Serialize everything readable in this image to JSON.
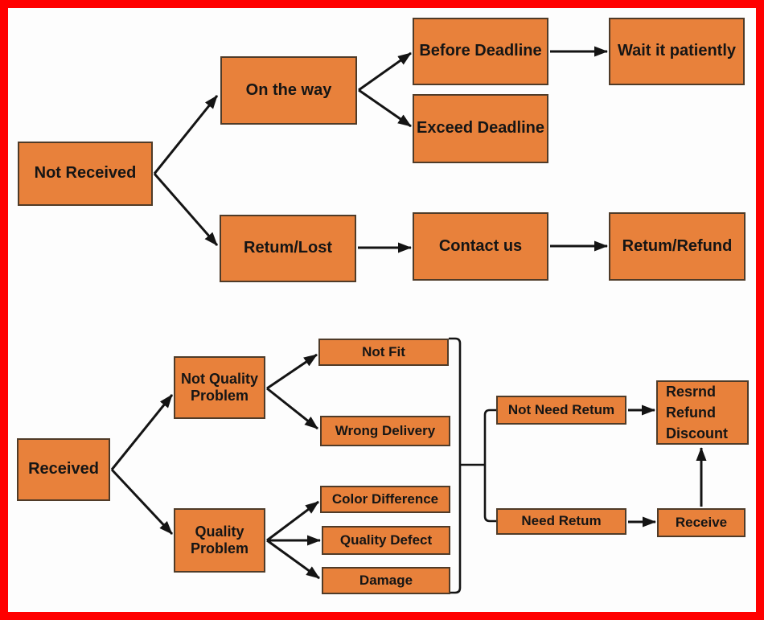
{
  "diagram": {
    "type": "flowchart",
    "colors": {
      "frame": "#ff0000",
      "bg": "#fdfdfd",
      "node_fill": "#e8813b",
      "node_border": "#4f3b28",
      "line": "#141414",
      "text": "#151515"
    },
    "nodes": {
      "not_received": {
        "label": "Not Received"
      },
      "on_the_way": {
        "label": "On the way"
      },
      "before_deadline": {
        "label": "Before Deadline"
      },
      "wait_it_patiently": {
        "label": "Wait it patiently"
      },
      "exceed_deadline": {
        "label": "Exceed Deadline"
      },
      "retum_lost": {
        "label": "Retum/Lost"
      },
      "contact_us": {
        "label": "Contact us"
      },
      "retum_refund": {
        "label": "Retum/Refund"
      },
      "received": {
        "label": "Received"
      },
      "not_quality_problem": {
        "label": "Not Quality Problem"
      },
      "quality_problem": {
        "label": "Quality Problem"
      },
      "not_fit": {
        "label": "Not Fit"
      },
      "wrong_delivery": {
        "label": "Wrong Delivery"
      },
      "color_difference": {
        "label": "Color Difference"
      },
      "quality_defect": {
        "label": "Quality Defect"
      },
      "damage": {
        "label": "Damage"
      },
      "not_need_retum": {
        "label": "Not Need Retum"
      },
      "resrnd_refund_discount": {
        "label": "Resrnd Refund Discount"
      },
      "need_retum": {
        "label": "Need Retum"
      },
      "receive": {
        "label": "Receive"
      }
    },
    "edges": [
      {
        "from": "not_received",
        "to": "on_the_way"
      },
      {
        "from": "not_received",
        "to": "retum_lost"
      },
      {
        "from": "on_the_way",
        "to": "before_deadline"
      },
      {
        "from": "on_the_way",
        "to": "exceed_deadline"
      },
      {
        "from": "before_deadline",
        "to": "wait_it_patiently"
      },
      {
        "from": "retum_lost",
        "to": "contact_us"
      },
      {
        "from": "contact_us",
        "to": "retum_refund"
      },
      {
        "from": "received",
        "to": "not_quality_problem"
      },
      {
        "from": "received",
        "to": "quality_problem"
      },
      {
        "from": "not_quality_problem",
        "to": "not_fit"
      },
      {
        "from": "not_quality_problem",
        "to": "wrong_delivery"
      },
      {
        "from": "quality_problem",
        "to": "color_difference"
      },
      {
        "from": "quality_problem",
        "to": "quality_defect"
      },
      {
        "from": "quality_problem",
        "to": "damage"
      },
      {
        "from": "bracket_group",
        "to": "not_need_retum"
      },
      {
        "from": "bracket_group",
        "to": "need_retum"
      },
      {
        "from": "not_need_retum",
        "to": "resrnd_refund_discount"
      },
      {
        "from": "need_retum",
        "to": "receive"
      },
      {
        "from": "receive",
        "to": "resrnd_refund_discount"
      }
    ]
  }
}
